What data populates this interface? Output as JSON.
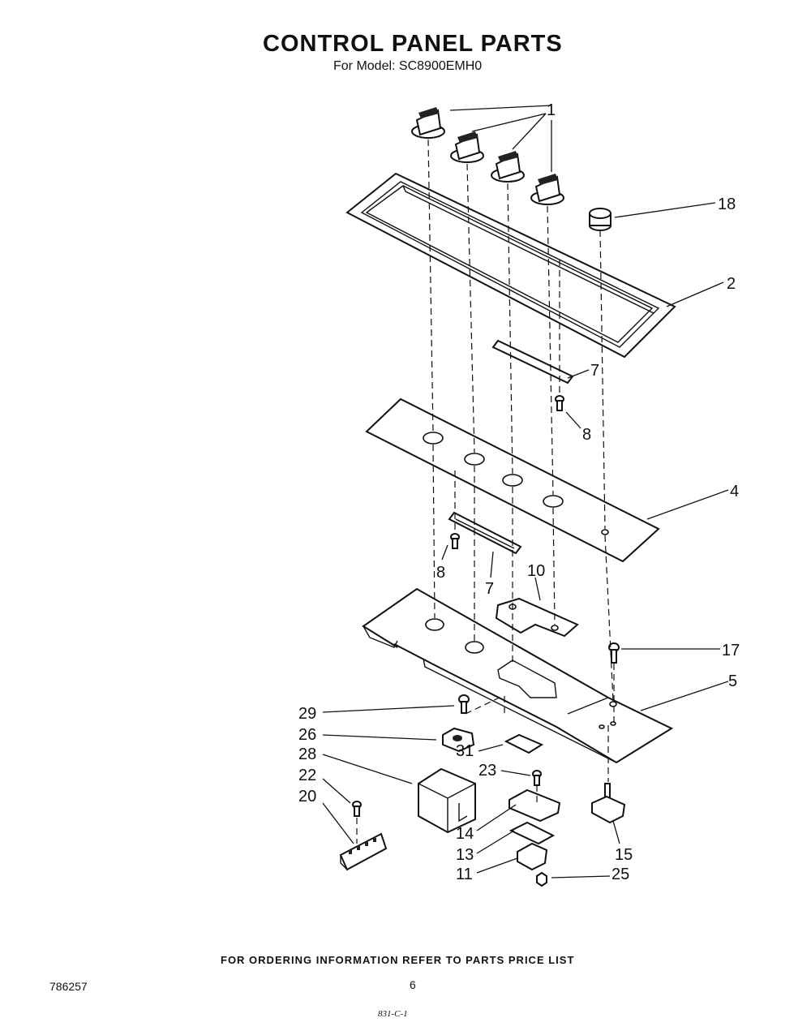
{
  "title": "CONTROL PANEL PARTS",
  "subtitle": "For Model: SC8900EMH0",
  "footer_note": "FOR ORDERING INFORMATION REFER TO PARTS PRICE LIST",
  "doc_number": "786257",
  "page_number": "6",
  "handwritten_mark": "831-C-1",
  "callouts": {
    "c1": "1",
    "c18": "18",
    "c2": "2",
    "c7a": "7",
    "c8a": "8",
    "c4": "4",
    "c8b": "8",
    "c7b": "7",
    "c10": "10",
    "c17": "17",
    "c5": "5",
    "c29": "29",
    "c26": "26",
    "c28": "28",
    "c22": "22",
    "c20": "20",
    "c31": "31",
    "c23": "23",
    "c14": "14",
    "c13": "13",
    "c11": "11",
    "c15": "15",
    "c25": "25"
  }
}
